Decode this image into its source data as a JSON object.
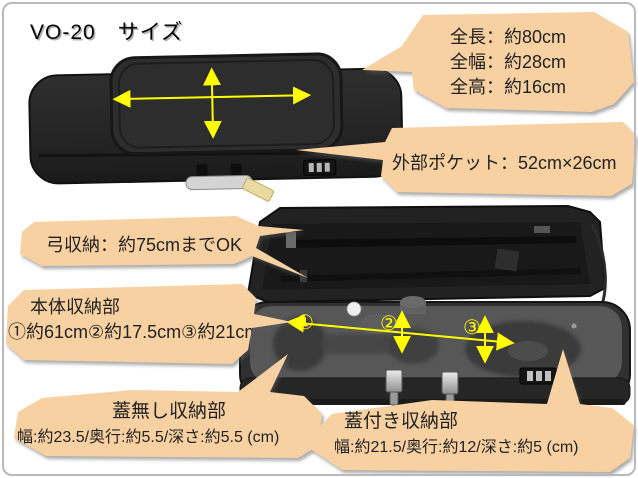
{
  "title": "VO-20　サイズ",
  "colors": {
    "bubble_fill": "#f8d1a2",
    "arrow_yellow": "#ffff00",
    "case_black": "#262626",
    "velvet_gray": "#575757",
    "frame_border": "#b9b9b9"
  },
  "callouts": {
    "overall_size": {
      "lines": [
        "全長：約80cm",
        "全幅：約28cm",
        "全高：約16cm"
      ]
    },
    "outer_pocket": {
      "text": "外部ポケット：52cm×26cm"
    },
    "bow_storage": {
      "text": "弓収納：約75cmまでOK"
    },
    "main_storage": {
      "title": "本体収納部",
      "detail": "①約61cm②約17.5cm③約21cm"
    },
    "open_compartment": {
      "title": "蓋無し収納部",
      "detail": "幅:約23.5/奥行:約5.5/深さ:約5.5 (cm)"
    },
    "lidded_compartment": {
      "title": "蓋付き収納部",
      "detail": "幅:約21.5/奥行:約12/深さ:約5 (cm)"
    }
  },
  "markers": {
    "m1": "①",
    "m2": "②",
    "m3": "③"
  }
}
